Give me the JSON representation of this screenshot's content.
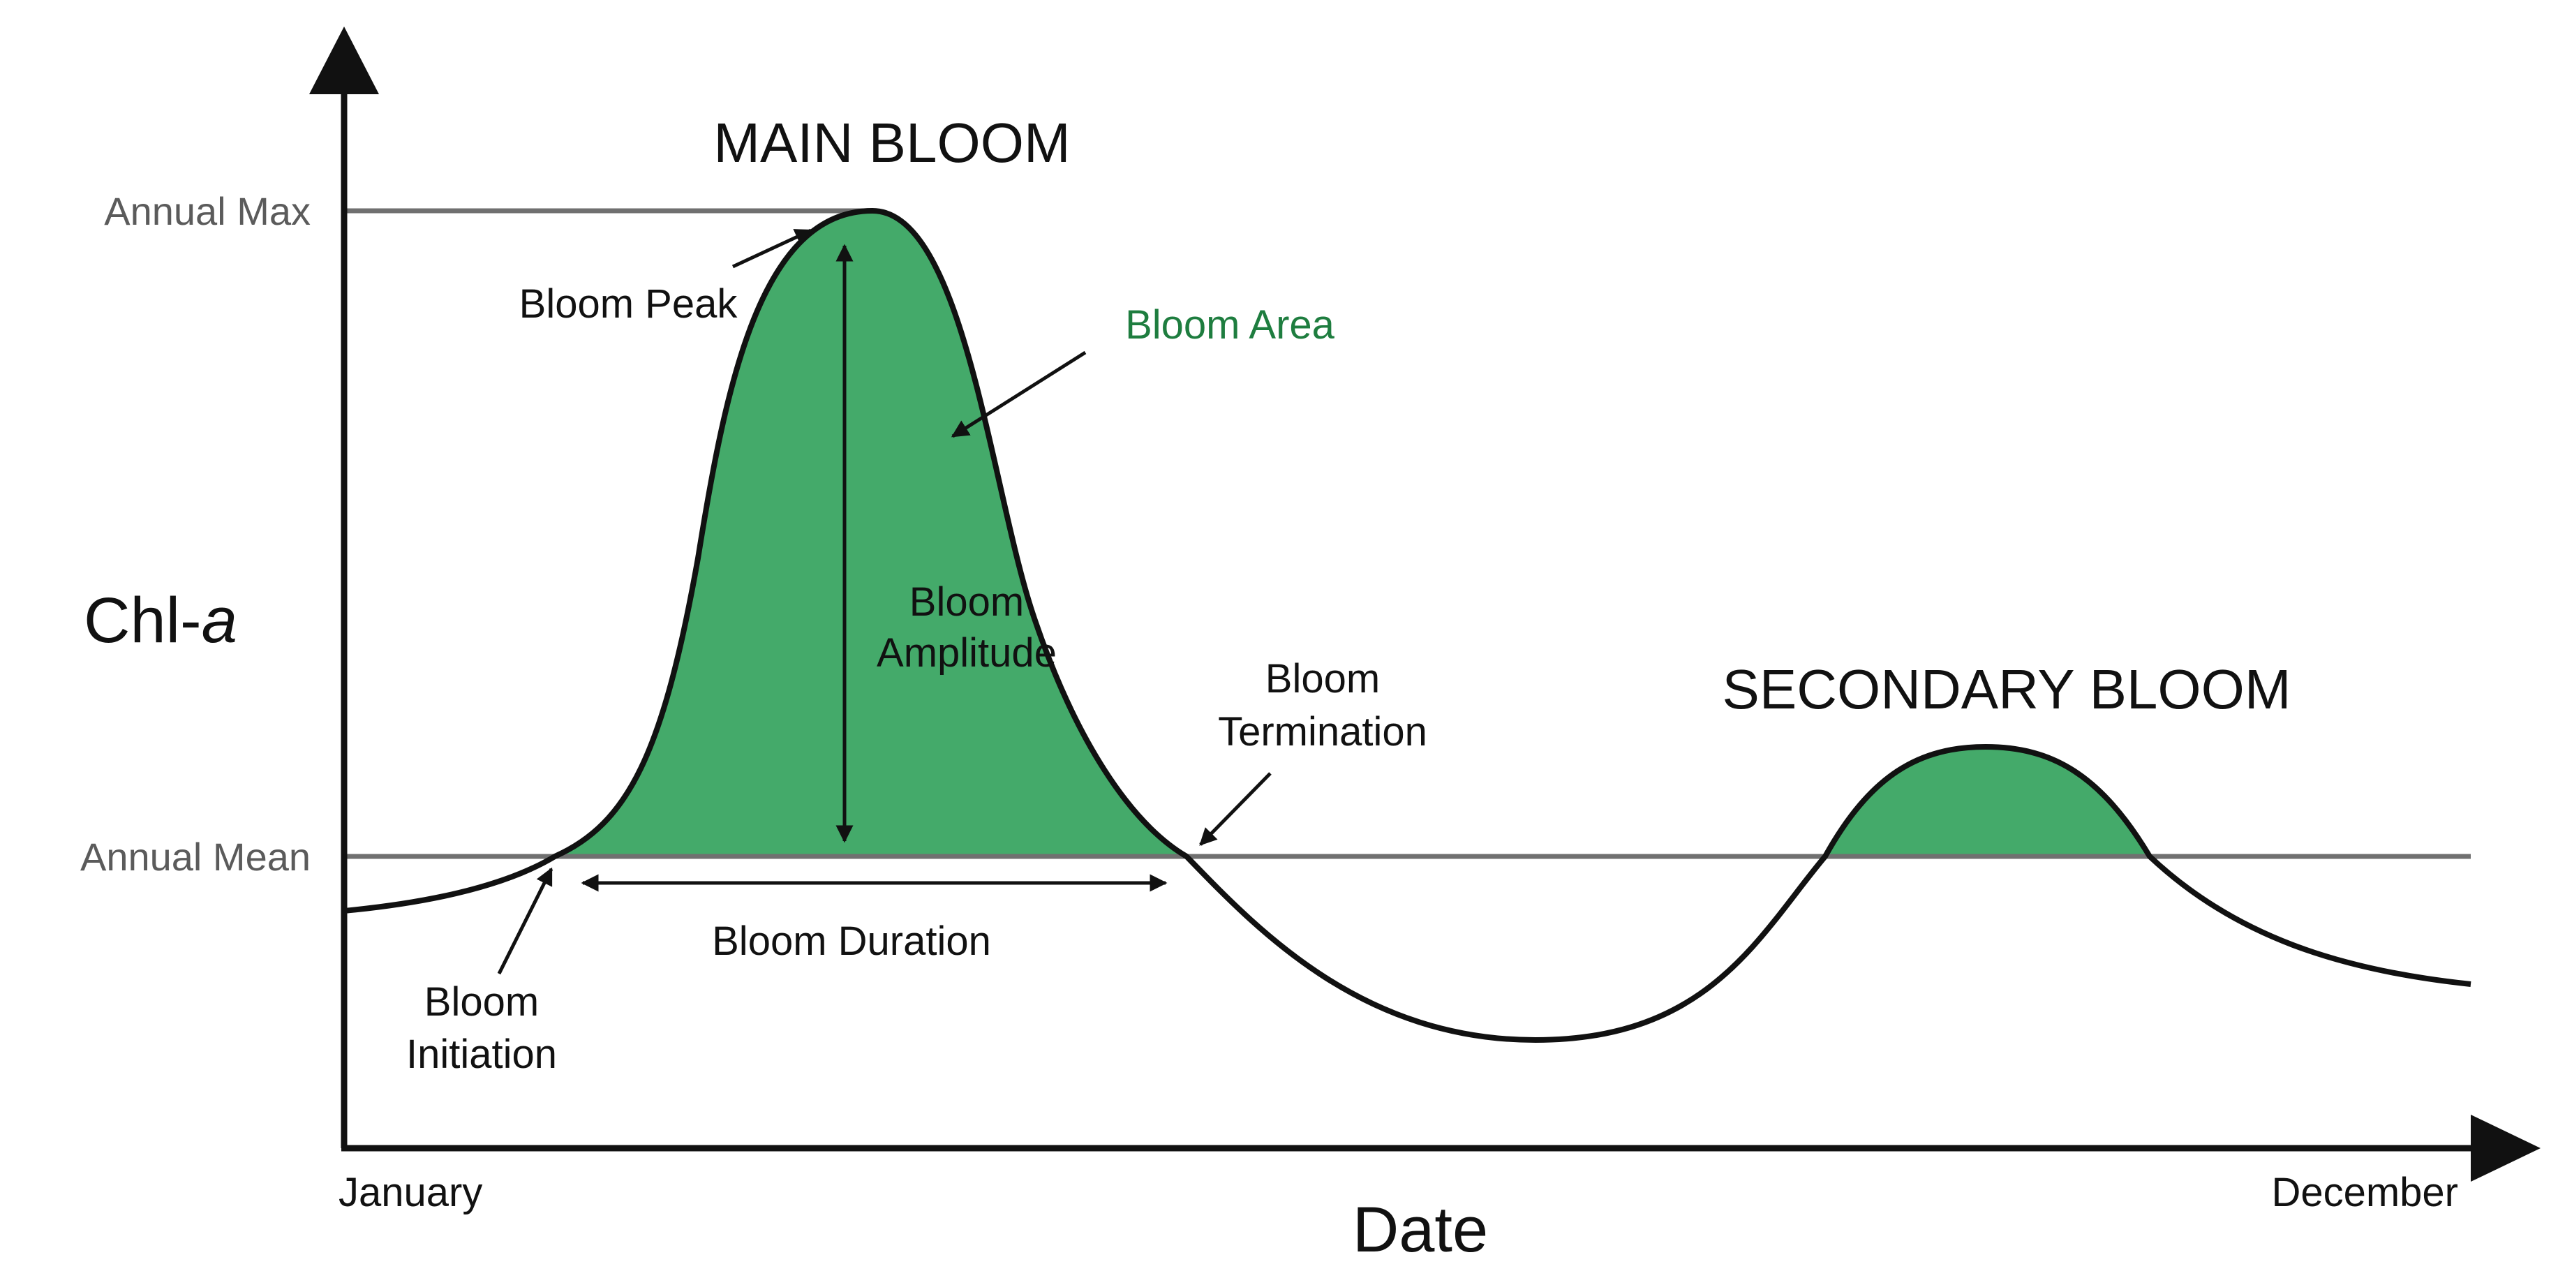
{
  "diagram": {
    "y_axis_label_main": "Chl-",
    "y_axis_label_italic": "a",
    "x_axis_label": "Date",
    "x_start_label": "January",
    "x_end_label": "December",
    "levels": {
      "max": "Annual Max",
      "mean": "Annual Mean"
    },
    "blooms": {
      "main": "MAIN BLOOM",
      "secondary": "SECONDARY BLOOM"
    },
    "annotations": {
      "peak": "Bloom Peak",
      "area": "Bloom Area",
      "amplitude_line1": "Bloom",
      "amplitude_line2": "Amplitude",
      "termination_line1": "Bloom",
      "termination_line2": "Termination",
      "duration": "Bloom Duration",
      "initiation_line1": "Bloom",
      "initiation_line2": "Initiation"
    },
    "colors": {
      "bloom_fill": "#44aa6a",
      "curve": "#111111",
      "level_line": "#707070",
      "area_label": "#1e7d3f"
    }
  }
}
